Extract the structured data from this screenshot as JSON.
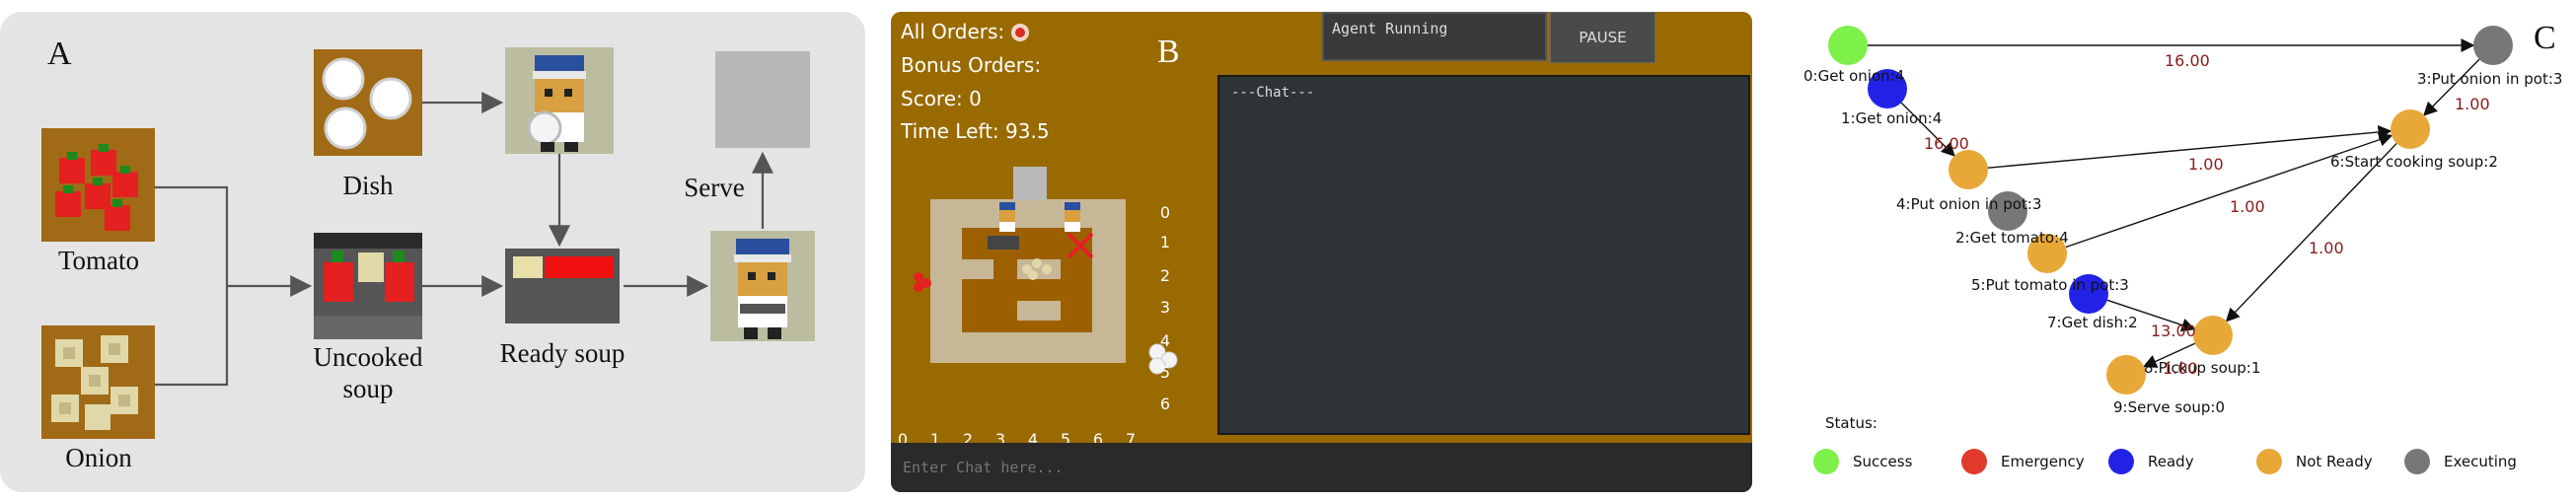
{
  "panel_a": {
    "letter": "A",
    "labels": {
      "dish": "Dish",
      "tomato": "Tomato",
      "onion": "Onion",
      "uncooked_soup": "Uncooked soup",
      "ready_soup": "Ready soup",
      "serve": "Serve"
    }
  },
  "panel_b": {
    "letter": "B",
    "all_orders": "All Orders:",
    "bonus_orders": "Bonus Orders:",
    "score": "Score: 0",
    "time_left": "Time Left: 93.5",
    "agent_status": "Agent Running",
    "pause_label": "PAUSE",
    "chat_header": "---Chat---",
    "chat_placeholder": "Enter Chat here...",
    "x_ticks": [
      "0",
      "1",
      "2",
      "3",
      "4",
      "5",
      "6",
      "7"
    ],
    "y_ticks": [
      "0",
      "1",
      "2",
      "3",
      "4",
      "5",
      "6"
    ]
  },
  "panel_c": {
    "letter": "C",
    "status_title": "Status:",
    "legend": [
      {
        "label": "Success",
        "color": "#7ef04a"
      },
      {
        "label": "Emergency",
        "color": "#e03a2c"
      },
      {
        "label": "Ready",
        "color": "#2222e6"
      },
      {
        "label": "Not Ready",
        "color": "#e8a838"
      },
      {
        "label": "Executing",
        "color": "#777777"
      }
    ],
    "nodes": [
      {
        "label": "0:Get onion:4",
        "status": "Success"
      },
      {
        "label": "1:Get onion:4",
        "status": "Ready"
      },
      {
        "label": "2:Get tomato:4",
        "status": "Executing"
      },
      {
        "label": "3:Put onion in pot:3",
        "status": "Executing"
      },
      {
        "label": "4:Put onion in pot:3",
        "status": "Not Ready"
      },
      {
        "label": "5:Put tomato in pot:3",
        "status": "Not Ready"
      },
      {
        "label": "6:Start cooking soup:2",
        "status": "Not Ready"
      },
      {
        "label": "7:Get dish:2",
        "status": "Ready"
      },
      {
        "label": "8:Pickup soup:1",
        "status": "Not Ready"
      },
      {
        "label": "9:Serve soup:0",
        "status": "Not Ready"
      }
    ],
    "edges": [
      {
        "from": 0,
        "to": 3,
        "weight": "16.00"
      },
      {
        "from": 1,
        "to": 4,
        "weight": "16.00"
      },
      {
        "from": 3,
        "to": 6,
        "weight": "1.00"
      },
      {
        "from": 4,
        "to": 6,
        "weight": "1.00"
      },
      {
        "from": 5,
        "to": 6,
        "weight": "1.00"
      },
      {
        "from": 6,
        "to": 8,
        "weight": "1.00"
      },
      {
        "from": 7,
        "to": 8,
        "weight": "13.00"
      },
      {
        "from": 8,
        "to": 9,
        "weight": "1.00"
      }
    ]
  }
}
